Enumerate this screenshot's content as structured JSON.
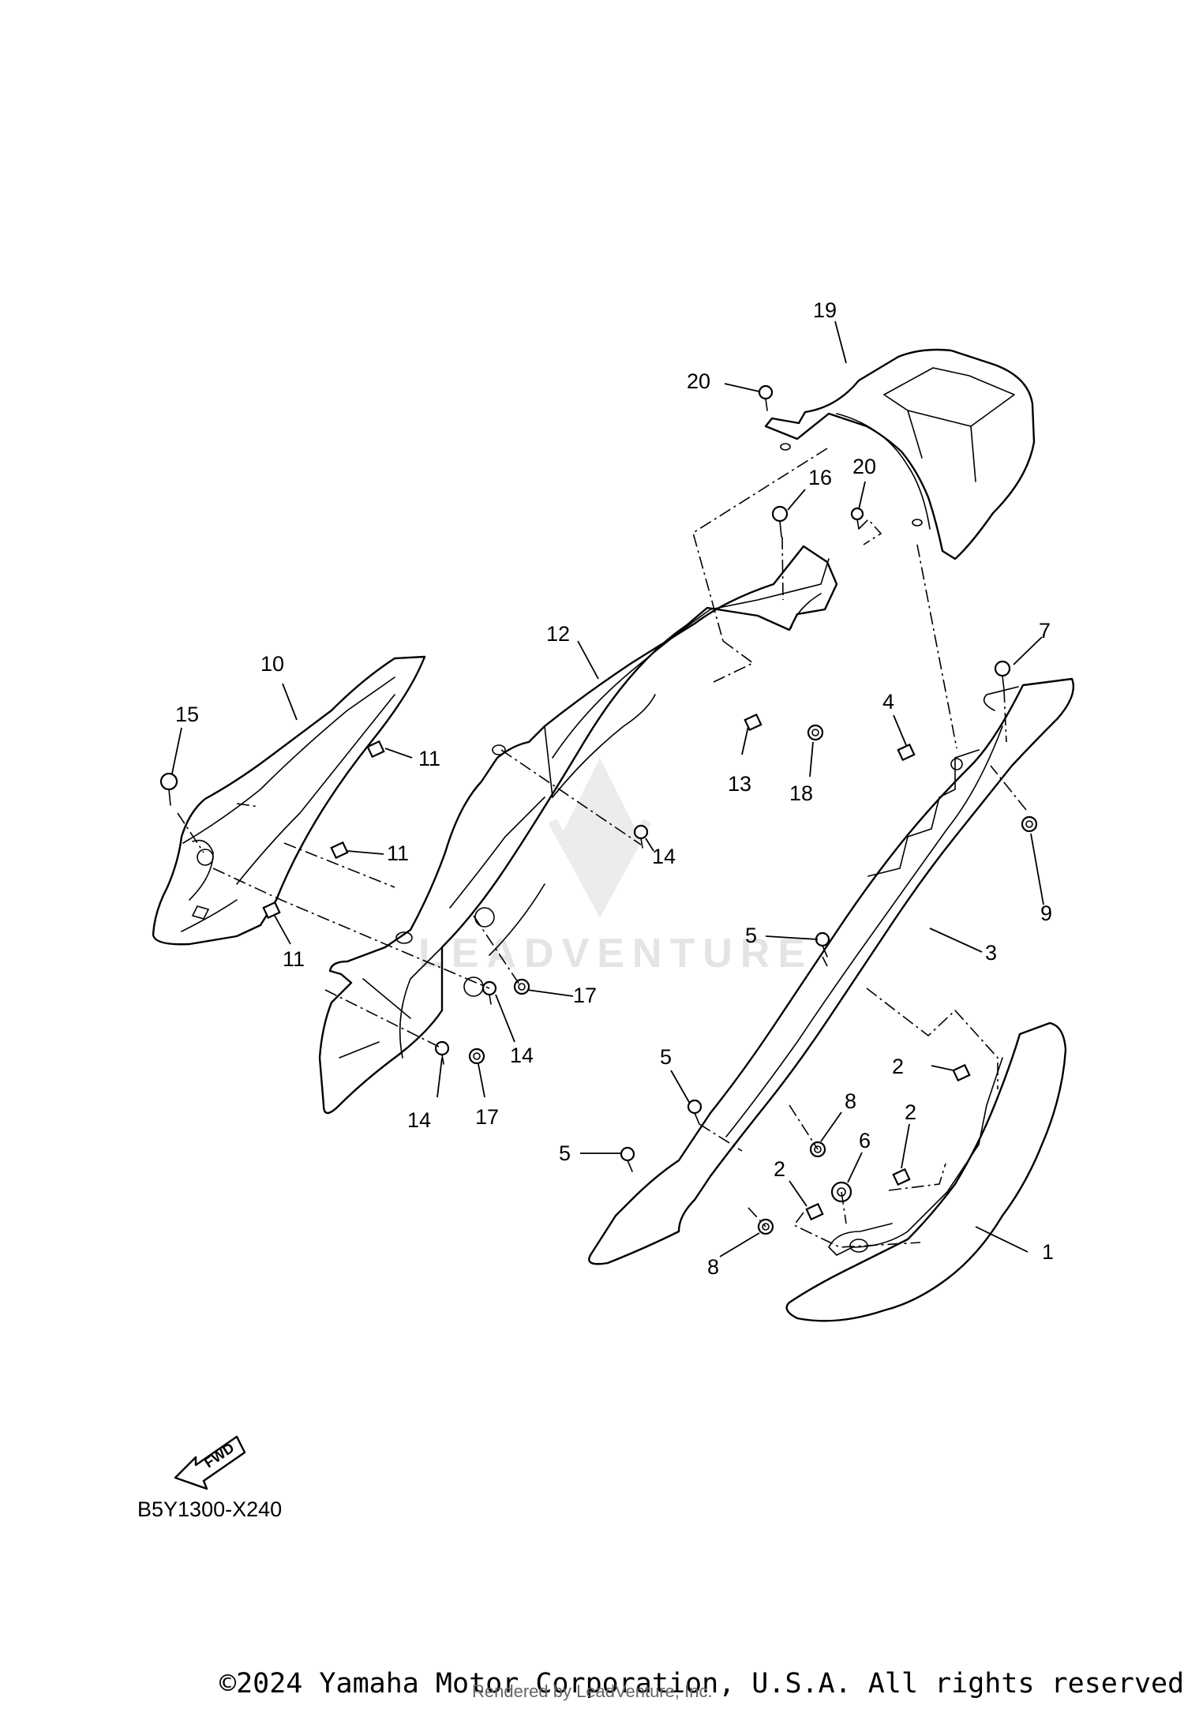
{
  "diagram": {
    "code": "B5Y1300-X240",
    "fwd_label": "FWD",
    "watermark": "LEADVENTURE",
    "copyright": "©2024 Yamaha Motor Corporation, U.S.A. All rights reserved.",
    "rendered_by": "Rendered by LeadVenture, Inc."
  },
  "callouts": {
    "c1": "1",
    "c2a": "2",
    "c2b": "2",
    "c2c": "2",
    "c3": "3",
    "c4": "4",
    "c5a": "5",
    "c5b": "5",
    "c5c": "5",
    "c6": "6",
    "c7": "7",
    "c8a": "8",
    "c8b": "8",
    "c9": "9",
    "c10": "10",
    "c11a": "11",
    "c11b": "11",
    "c11c": "11",
    "c12": "12",
    "c13": "13",
    "c14a": "14",
    "c14b": "14",
    "c14c": "14",
    "c15": "15",
    "c16": "16",
    "c17a": "17",
    "c17b": "17",
    "c18": "18",
    "c19": "19",
    "c20a": "20",
    "c20b": "20"
  }
}
